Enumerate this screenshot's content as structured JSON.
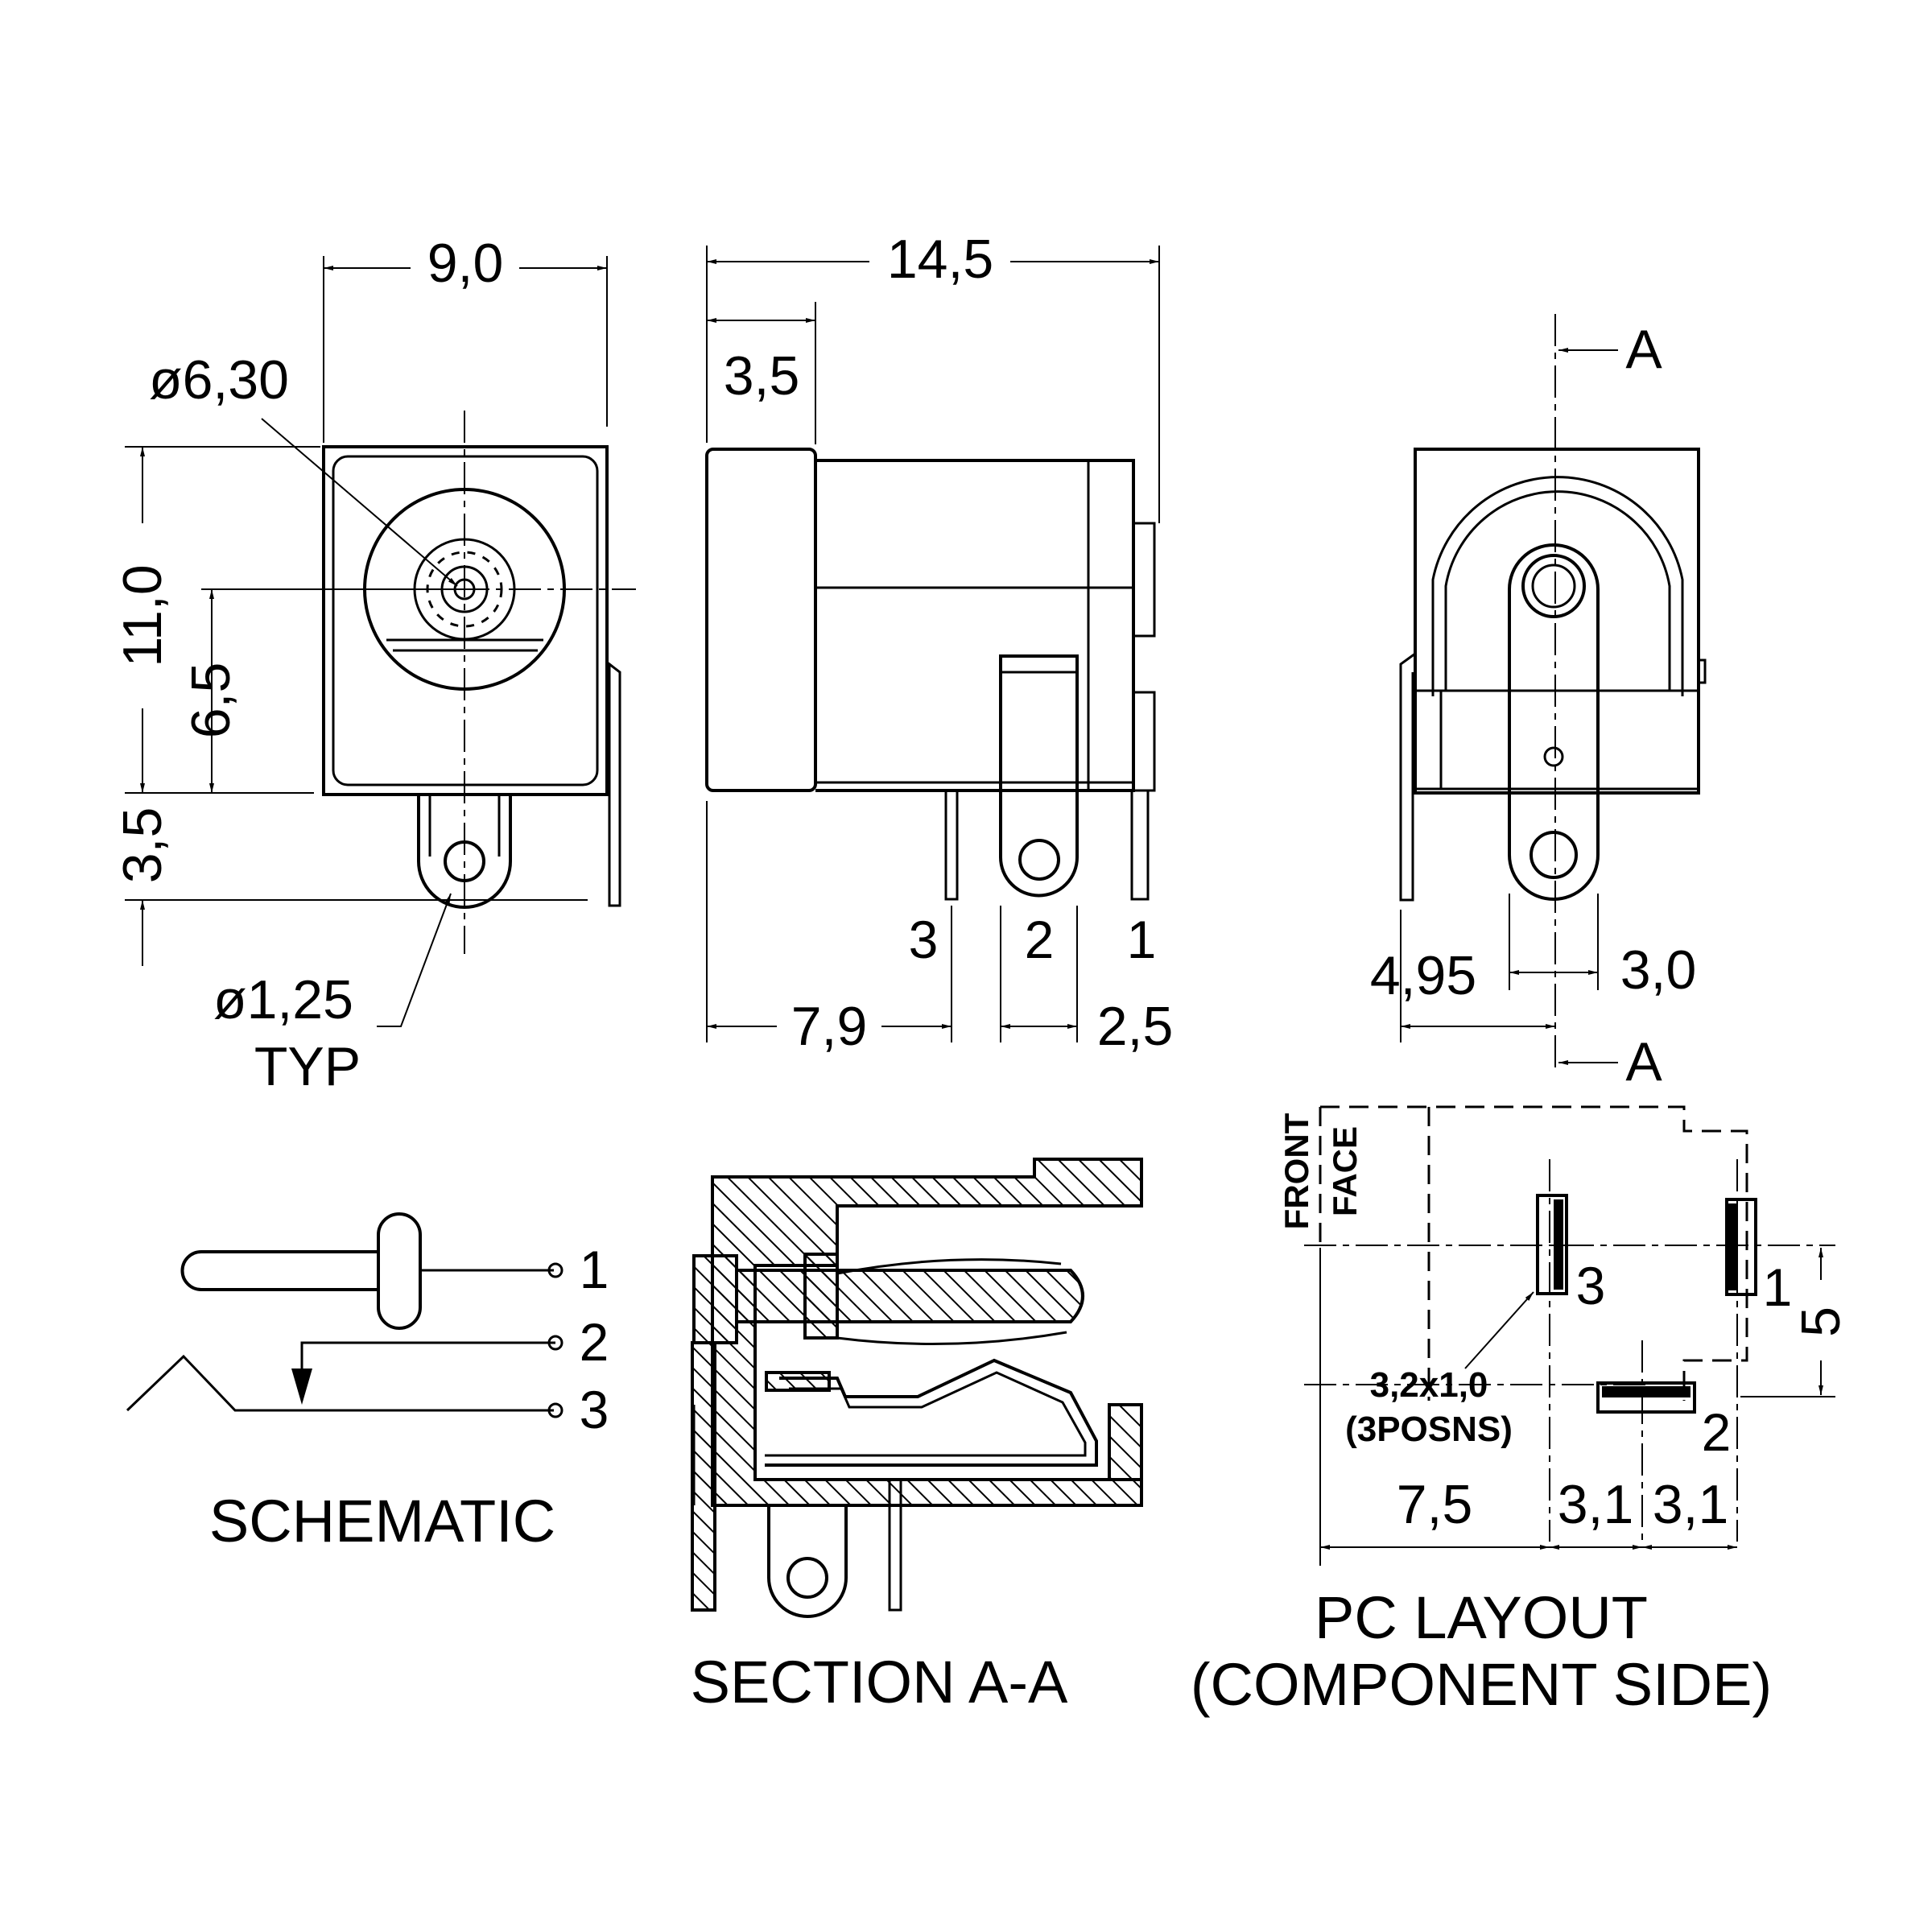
{
  "front_view": {
    "width_dim": "9,0",
    "hole_dia": "ø6,30",
    "height_dim": "11,0",
    "center_height_dim": "6,5",
    "pin_length_dim": "3,5",
    "pin_hole_dia": "ø1,25",
    "pin_hole_note": "TYP"
  },
  "side_view": {
    "length_dim": "14,5",
    "flange_dim": "3,5",
    "pin3_offset_dim": "7,9",
    "pin_pitch_dim": "2,5",
    "pin_labels": [
      "3",
      "2",
      "1"
    ]
  },
  "rear_view": {
    "section_mark_top": "A",
    "section_mark_bottom": "A",
    "left_offset_dim": "4,95",
    "right_offset_dim": "3,0"
  },
  "schematic": {
    "title": "SCHEMATIC",
    "terminals": [
      "1",
      "2",
      "3"
    ]
  },
  "section": {
    "title": "SECTION A-A"
  },
  "pc_layout": {
    "title_line1": "PC LAYOUT",
    "title_line2": "(COMPONENT SIDE)",
    "front_label": "FRONT",
    "face_label": "FACE",
    "slot_size": "3,2x1,0",
    "slot_count": "(3POSNS)",
    "pin_labels": [
      "3",
      "1",
      "2"
    ],
    "vertical_dim": "5",
    "dims": [
      "7,5",
      "3,1",
      "3,1"
    ]
  }
}
